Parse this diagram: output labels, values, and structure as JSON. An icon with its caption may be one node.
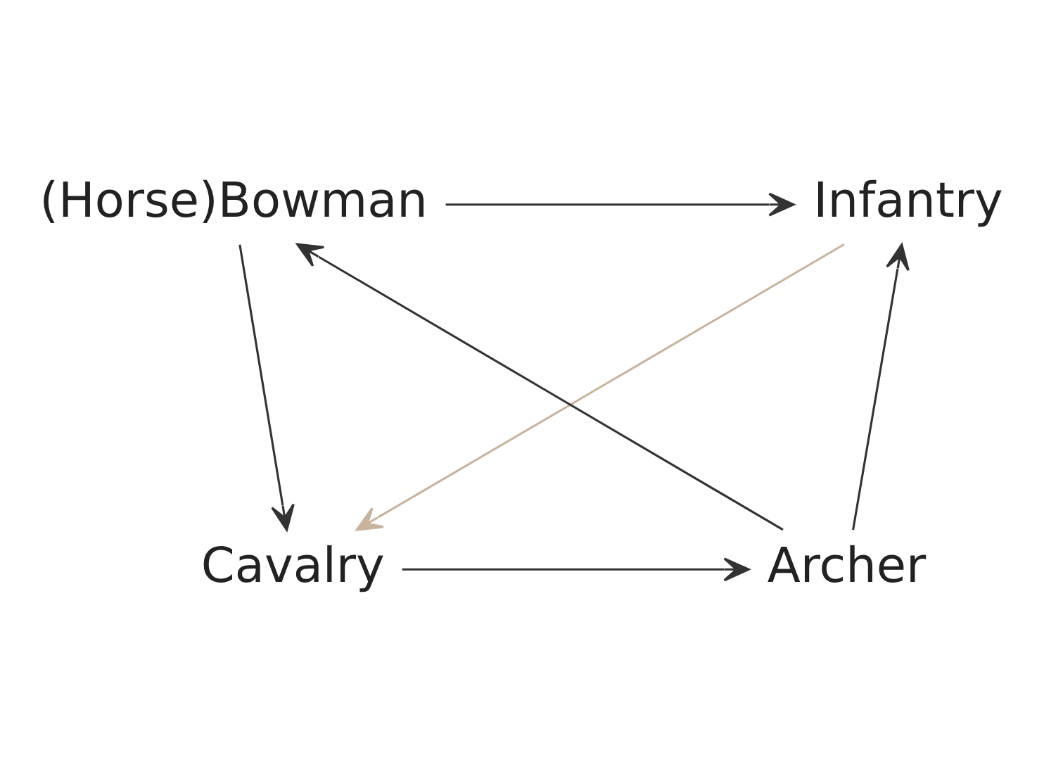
{
  "diagram": {
    "nodes": [
      {
        "text": [
          "(Horse)Bowman"
        ]
      },
      {
        "text": [
          "Infantry"
        ]
      },
      {
        "text": [
          "Archer"
        ]
      },
      {
        "text": [
          "Cavalry"
        ]
      }
    ],
    "edges": [
      {
        "from": 0,
        "to": 1,
        "arrow": "to"
      },
      {
        "from": 0,
        "to": 3,
        "arrow": "to"
      },
      {
        "from": 1,
        "to": 3,
        "arrow": "to",
        "color": "#c8b49c"
      },
      {
        "from": 3,
        "to": 2,
        "arrow": "to"
      },
      {
        "from": 2,
        "to": 0,
        "arrow": "to"
      },
      {
        "from": 2,
        "to": 1,
        "arrow": "to"
      }
    ]
  }
}
